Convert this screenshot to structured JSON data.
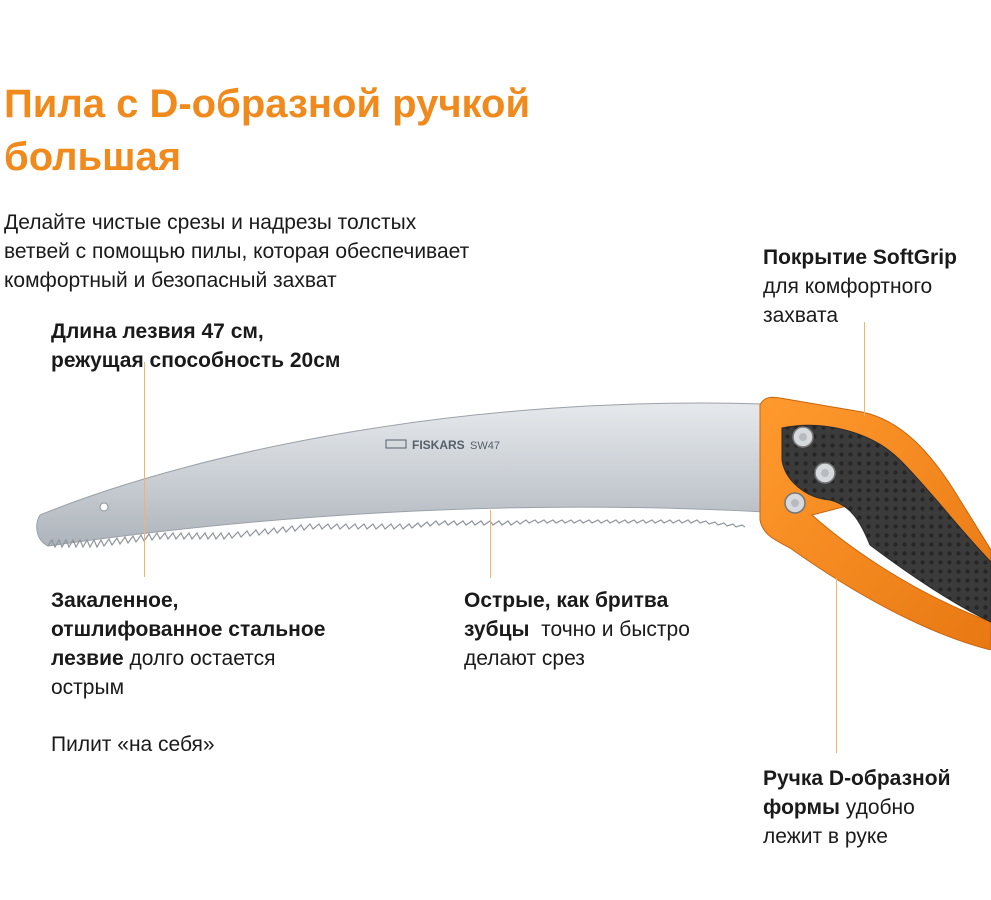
{
  "colors": {
    "accent": "#f08a1c",
    "handle": "#f6891f",
    "grip": "#3a3a3a",
    "blade": "#c9ced4",
    "text": "#1a1a1a"
  },
  "title": {
    "line1": "Пила с D-образной ручкой",
    "line2": "большая"
  },
  "intro": {
    "line1": "Делайте чистые срезы и надрезы толстых",
    "line2": "ветвей с помощью пилы, которая обеспечивает",
    "line3": "комфортный и безопасный захват"
  },
  "callouts": {
    "blade_length": {
      "line1": "Длина лезвия 47 см,",
      "line2": "режущая способность 20см"
    },
    "softgrip": {
      "bold": "Покрытие SoftGrip",
      "line2": "для комфортного",
      "line3": "захвата"
    },
    "steel": {
      "line1": "Закаленное,",
      "line2": "отшлифованное стальное",
      "line3_bold": "лезвие",
      "line3_rest": " долго остается",
      "line4": "острым"
    },
    "pull_cut": "Пилит «на себя»",
    "teeth": {
      "line1": "Острые, как бритва",
      "line2_bold": "зубцы",
      "line2_rest": "  точно и быстро",
      "line3": "делают срез"
    },
    "handle": {
      "line1": "Ручка D-образной",
      "line2_bold": "формы",
      "line2_rest": " удобно",
      "line3": "лежит в руке"
    }
  },
  "saw": {
    "brand": "FISKARS",
    "model": "SW47"
  },
  "icons": [
    "saw-illustration",
    "rivet-icon",
    "fiskars-logo"
  ]
}
